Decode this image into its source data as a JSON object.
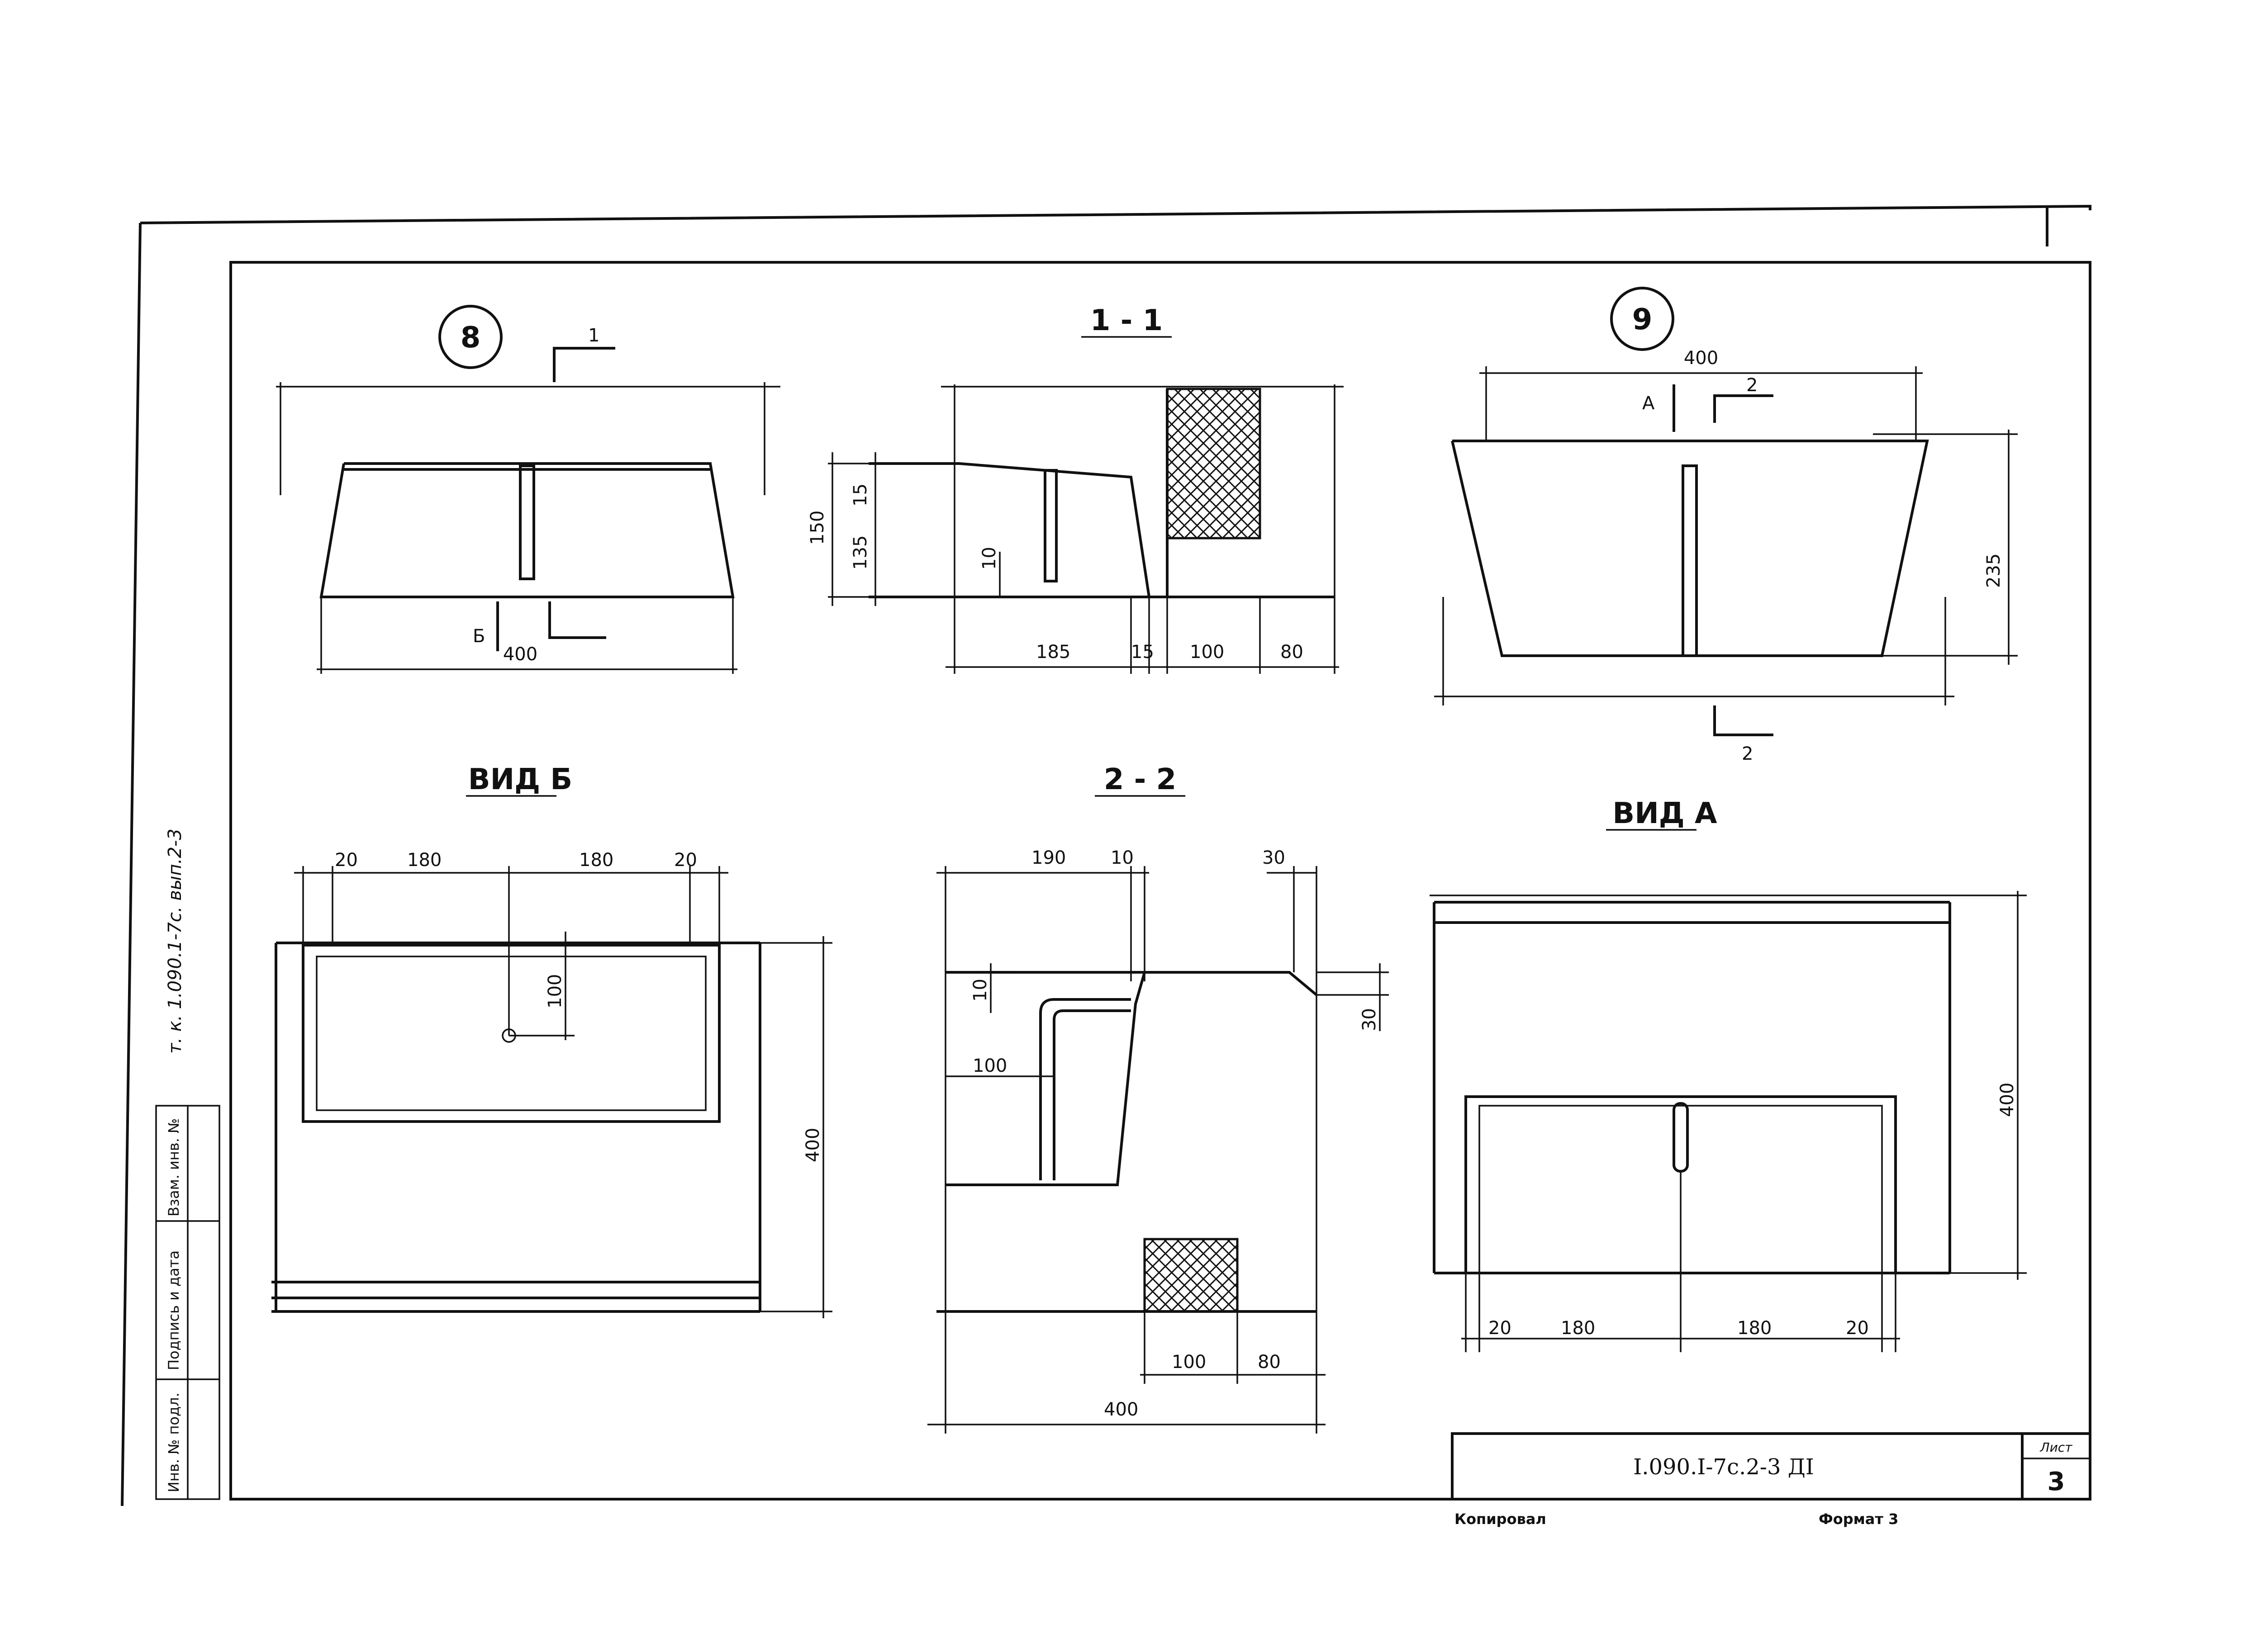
{
  "views": {
    "node8": {
      "marker": "8",
      "cut_a": "1",
      "cut_b": "Б",
      "dim_width": "400"
    },
    "section11": {
      "title": "1 - 1",
      "dims": [
        "150",
        "15",
        "135",
        "10",
        "185",
        "15",
        "100",
        "80"
      ]
    },
    "node9": {
      "marker": "9",
      "dim_top": "400",
      "arrow_a": "A",
      "cut_a": "2",
      "cut_b": "2",
      "dim_height": "235"
    },
    "vidB": {
      "title": "ВИД Б",
      "dims": [
        "20",
        "180",
        "180",
        "20",
        "100",
        "400"
      ]
    },
    "section22": {
      "title": "2 - 2",
      "dims": [
        "190",
        "10",
        "30",
        "10",
        "30",
        "100",
        "100",
        "80",
        "400"
      ]
    },
    "vidA": {
      "title": "ВИД A",
      "dims": [
        "400",
        "20",
        "180",
        "180",
        "20"
      ]
    }
  },
  "side_note": "т. к. 1.090.1-7с. вып.2-3",
  "stamp": {
    "cells": [
      "Инв. № подл.",
      "Подпись и дата",
      "Взам. инв. №"
    ]
  },
  "title_block": {
    "code": "I.090.I-7с.2-3 ДI",
    "sheet_label": "Лист",
    "sheet_num": "3"
  },
  "footer": {
    "left": "Копировал",
    "right": "Формат  3"
  }
}
